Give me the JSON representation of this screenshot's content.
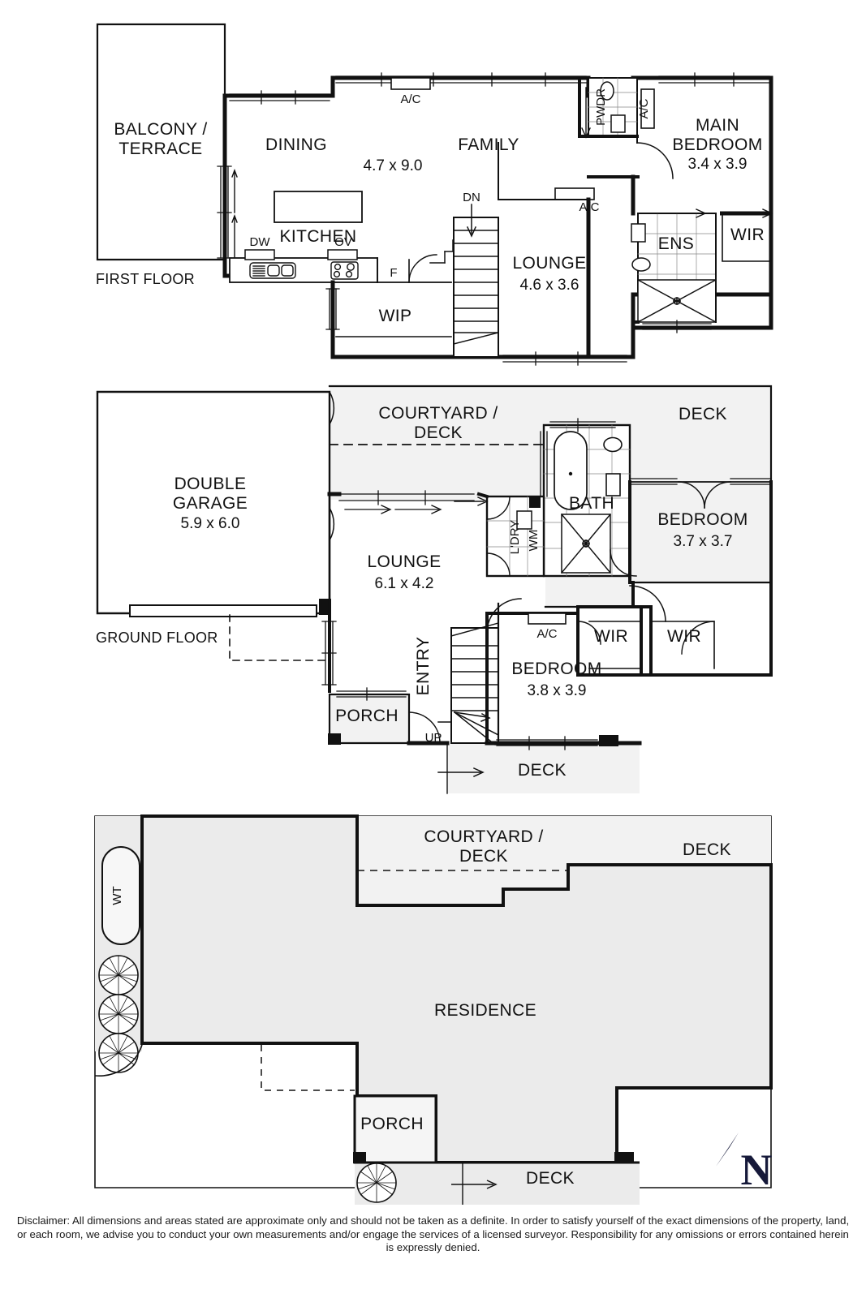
{
  "document": {
    "type": "real-estate-floor-plan",
    "disclaimer": "Disclaimer: All dimensions and areas stated are approximate only and should not be taken as a definite. In order to satisfy yourself of the exact dimensions of the property, land, or each room, we advise you to conduct your own measurements and/or engage the services of a licensed surveyor. Responsibility for any omissions or errors contained herein is expressly denied."
  },
  "colors": {
    "wall": "#111111",
    "deck_fill": "#f2f2f2",
    "residence_fill": "#ebebeb",
    "north_arrow": "#16193a",
    "background": "#ffffff"
  },
  "first_floor": {
    "floor_label": "FIRST FLOOR",
    "rooms": [
      {
        "name": "BALCONY / TERRACE",
        "line1": "BALCONY /",
        "line2": "TERRACE",
        "dim": ""
      },
      {
        "name": "DINING",
        "label": "DINING",
        "dim": "4.7 x 9.0"
      },
      {
        "name": "FAMILY",
        "label": "FAMILY",
        "dim": ""
      },
      {
        "name": "KITCHEN",
        "label": "KITCHEN",
        "dim": ""
      },
      {
        "name": "LOUNGE",
        "label": "LOUNGE",
        "dim": "4.6 x 3.6"
      },
      {
        "name": "MAIN BEDROOM",
        "line1": "MAIN",
        "line2": "BEDROOM",
        "dim": "3.4 x 3.9"
      },
      {
        "name": "ENS",
        "label": "ENS",
        "dim": ""
      },
      {
        "name": "WIR",
        "label": "WIR",
        "dim": ""
      },
      {
        "name": "PWDR",
        "label": "PWDR",
        "dim": ""
      },
      {
        "name": "WIP",
        "label": "WIP",
        "dim": ""
      }
    ],
    "annotations": {
      "ac_dining": "A/C",
      "ac_family": "A/C",
      "ac_main": "A/C",
      "dw": "DW",
      "ov": "OV",
      "fridge": "F",
      "stairs_down": "DN"
    }
  },
  "ground_floor": {
    "floor_label": "GROUND FLOOR",
    "rooms": [
      {
        "name": "DOUBLE GARAGE",
        "line1": "DOUBLE",
        "line2": "GARAGE",
        "dim": "5.9 x 6.0"
      },
      {
        "name": "COURTYARD / DECK",
        "line1": "COURTYARD /",
        "line2": "DECK",
        "dim": ""
      },
      {
        "name": "DECK",
        "label": "DECK",
        "dim": ""
      },
      {
        "name": "LOUNGE",
        "label": "LOUNGE",
        "dim": "6.1 x 4.2"
      },
      {
        "name": "BATH",
        "label": "BATH",
        "dim": ""
      },
      {
        "name": "BEDROOM 2",
        "label": "BEDROOM",
        "dim": "3.7 x 3.7"
      },
      {
        "name": "BEDROOM 3",
        "label": "BEDROOM",
        "dim": "3.8 x 3.9"
      },
      {
        "name": "PORCH",
        "label": "PORCH",
        "dim": ""
      },
      {
        "name": "ENTRY",
        "label": "ENTRY",
        "dim": ""
      },
      {
        "name": "DECK SOUTH",
        "label": "DECK",
        "dim": ""
      },
      {
        "name": "WIR LEFT",
        "label": "WIR",
        "dim": ""
      },
      {
        "name": "WIR RIGHT",
        "label": "WIR",
        "dim": ""
      },
      {
        "name": "LDRY",
        "label": "L'DRY",
        "dim": ""
      },
      {
        "name": "WM",
        "label": "WM",
        "dim": ""
      }
    ],
    "annotations": {
      "ac_bedroom": "A/C",
      "stairs_up": "UP"
    }
  },
  "site_plan": {
    "labels": {
      "residence": "RESIDENCE",
      "courtyard_deck_line1": "COURTYARD /",
      "courtyard_deck_line2": "DECK",
      "deck_east": "DECK",
      "deck_south": "DECK",
      "porch": "PORCH",
      "water_tank": "WT"
    },
    "compass": {
      "label": "N"
    },
    "trees_count": 4
  }
}
